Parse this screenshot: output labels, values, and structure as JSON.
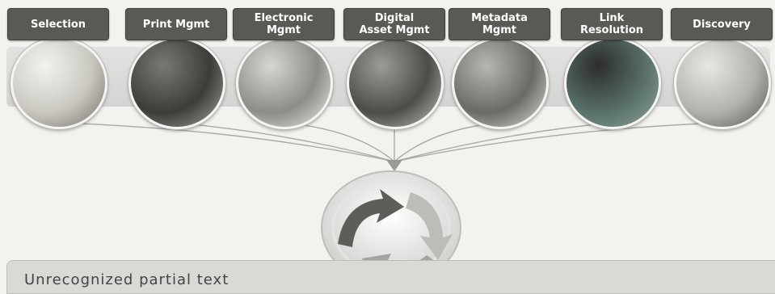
{
  "modules": [
    {
      "label": "Selection",
      "photo": "person-writing-document"
    },
    {
      "label": "Print Mgmt",
      "photo": "library-bookshelves"
    },
    {
      "label": "Electronic\nMgmt",
      "photo": "hand-on-computer-mouse"
    },
    {
      "label": "Digital\nAsset Mgmt",
      "photo": "digital-texture"
    },
    {
      "label": "Metadata\nMgmt",
      "photo": "card-catalog-drawer"
    },
    {
      "label": "Link\nResolution",
      "photo": "network-nodes"
    },
    {
      "label": "Discovery",
      "photo": "person-with-laptop"
    }
  ],
  "hub": {
    "icon": "circular-arrows-icon"
  },
  "bottom_text": "Unrecognized partial text",
  "colors": {
    "label_bg": "#585b54",
    "band": "#d6d6d4",
    "hub_arrow_dark": "#5d5d5a",
    "hub_arrow_light": "#bcbcb8"
  }
}
